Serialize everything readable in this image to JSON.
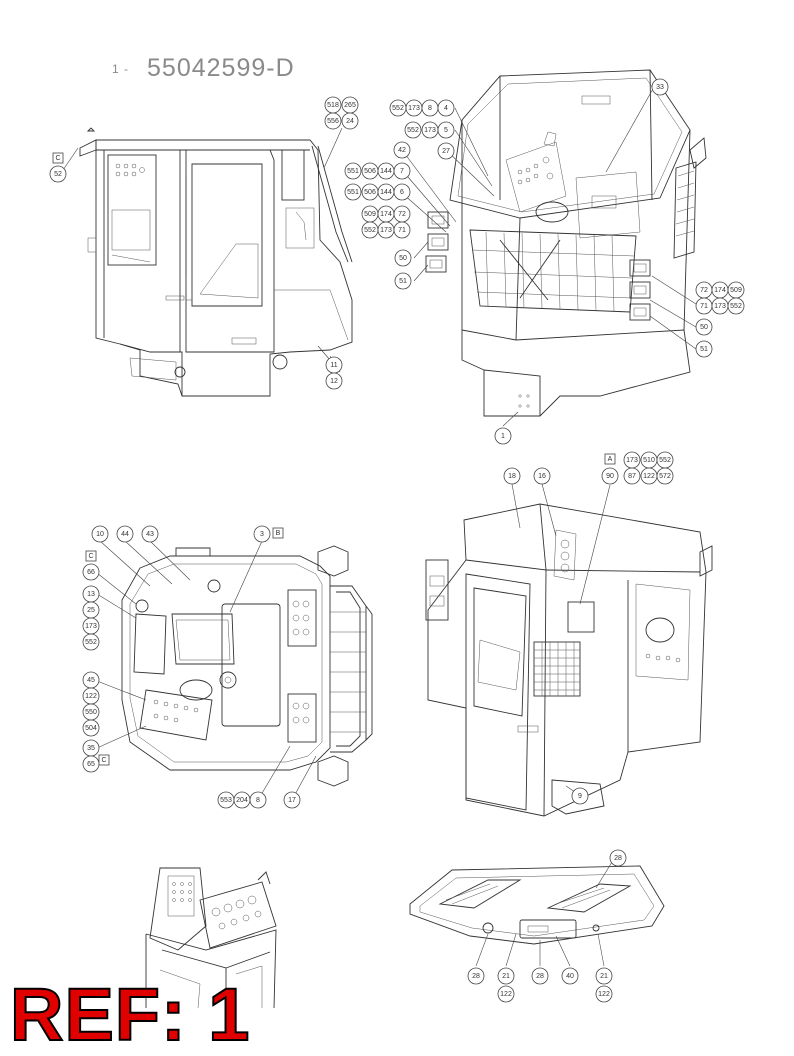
{
  "drawing": {
    "part_prefix": "1 -",
    "part_number": "55042599-D",
    "ref_label": "REF: 1"
  },
  "views": {
    "cab_side": {
      "callouts": [
        "52",
        "518",
        "265",
        "556",
        "24",
        "11",
        "12"
      ],
      "letters": [
        "C"
      ]
    },
    "cab_iso_front": {
      "callouts": [
        "552",
        "173",
        "8",
        "4",
        "552",
        "173",
        "5",
        "27",
        "33",
        "42",
        "7",
        "551",
        "506",
        "144",
        "551",
        "506",
        "144",
        "6",
        "509",
        "174",
        "72",
        "552",
        "173",
        "71",
        "50",
        "51",
        "72",
        "174",
        "509",
        "71",
        "173",
        "552",
        "50",
        "51",
        "1"
      ]
    },
    "cab_top": {
      "callouts": [
        "10",
        "44",
        "43",
        "3",
        "66",
        "13",
        "25",
        "173",
        "552",
        "45",
        "122",
        "550",
        "504",
        "35",
        "65",
        "553",
        "204",
        "8",
        "17"
      ],
      "letters": [
        "C",
        "B",
        "C"
      ]
    },
    "cab_iso_rear": {
      "callouts": [
        "18",
        "16",
        "173",
        "510",
        "552",
        "90",
        "87",
        "122",
        "572",
        "9"
      ],
      "letters": [
        "A"
      ]
    },
    "console_detail": {
      "callouts": []
    },
    "roof_underside": {
      "callouts": [
        "28",
        "28",
        "21",
        "28",
        "40",
        "21",
        "122",
        "122"
      ]
    }
  }
}
